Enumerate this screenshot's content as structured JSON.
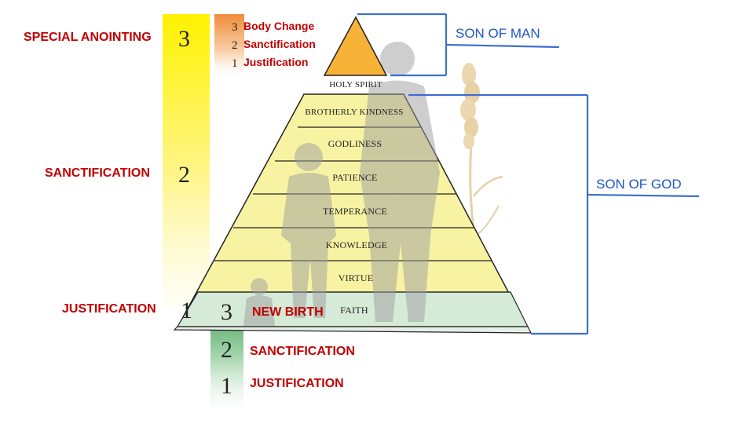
{
  "left_column": {
    "special_anointing": {
      "label": "SPECIAL ANOINTING",
      "num": "3"
    },
    "sanctification": {
      "label": "SANCTIFICATION",
      "num": "2"
    },
    "justification": {
      "label": "JUSTIFICATION",
      "num": "1"
    }
  },
  "top_stages": [
    {
      "num": "3",
      "label": "Body Change"
    },
    {
      "num": "2",
      "label": "Sanctification"
    },
    {
      "num": "1",
      "label": "Justification"
    }
  ],
  "bottom_stages": [
    {
      "num": "3",
      "label": "NEW BIRTH"
    },
    {
      "num": "2",
      "label": "SANCTIFICATION"
    },
    {
      "num": "1",
      "label": "JUSTIFICATION"
    }
  ],
  "pyramid_layers": [
    "HOLY SPIRIT",
    "BROTHERLY KINDNESS",
    "GODLINESS",
    "PATIENCE",
    "TEMPERANCE",
    "KNOWLEDGE",
    "VIRTUE",
    "FAITH"
  ],
  "brackets": {
    "son_of_man": "SON OF MAN",
    "son_of_god": "SON OF GOD"
  },
  "colors": {
    "red": "#c00000",
    "blue": "#1f57c3",
    "pyramid_fill": "#f7f3a2",
    "apex_fill": "#f6b338",
    "base_green": "#d5ead7",
    "bar_yellow": "#fff200",
    "bar_green": "#3d9a4e",
    "bar_orange": "#f08c3a"
  }
}
